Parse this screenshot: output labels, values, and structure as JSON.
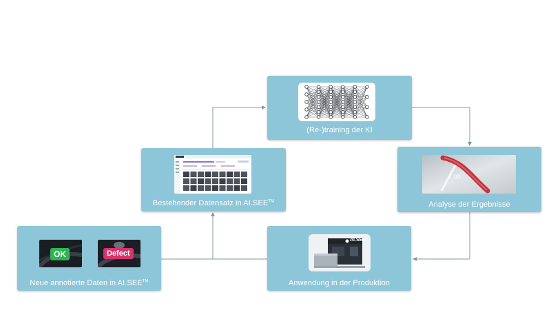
{
  "nodes": {
    "training": {
      "label": "(Re-)training der KI",
      "icon": "neural-network-icon"
    },
    "dataset": {
      "label": "Bestehender Datensatz in AI.SEE",
      "trademark": "TM",
      "icon": "application-screenshot"
    },
    "analyse": {
      "label": "Analyse der Ergebnisse",
      "icon": "weld-seam-image",
      "reading": "1.00"
    },
    "new_data": {
      "label": "Neue annotierte Daten in AI.SEE",
      "trademark": "TM",
      "ok_label": "OK",
      "defect_label": "Defect"
    },
    "production": {
      "label": "Anwendung in der Produktion",
      "icon": "inspection-machine-image",
      "machine_brand": "AI.SEE"
    }
  },
  "colors": {
    "node_fill": "#8ec6d9",
    "connector": "#7f9aa6",
    "ok_green": "#2fb552",
    "defect_pink": "#d7336b",
    "weld_red": "#c4323e"
  }
}
